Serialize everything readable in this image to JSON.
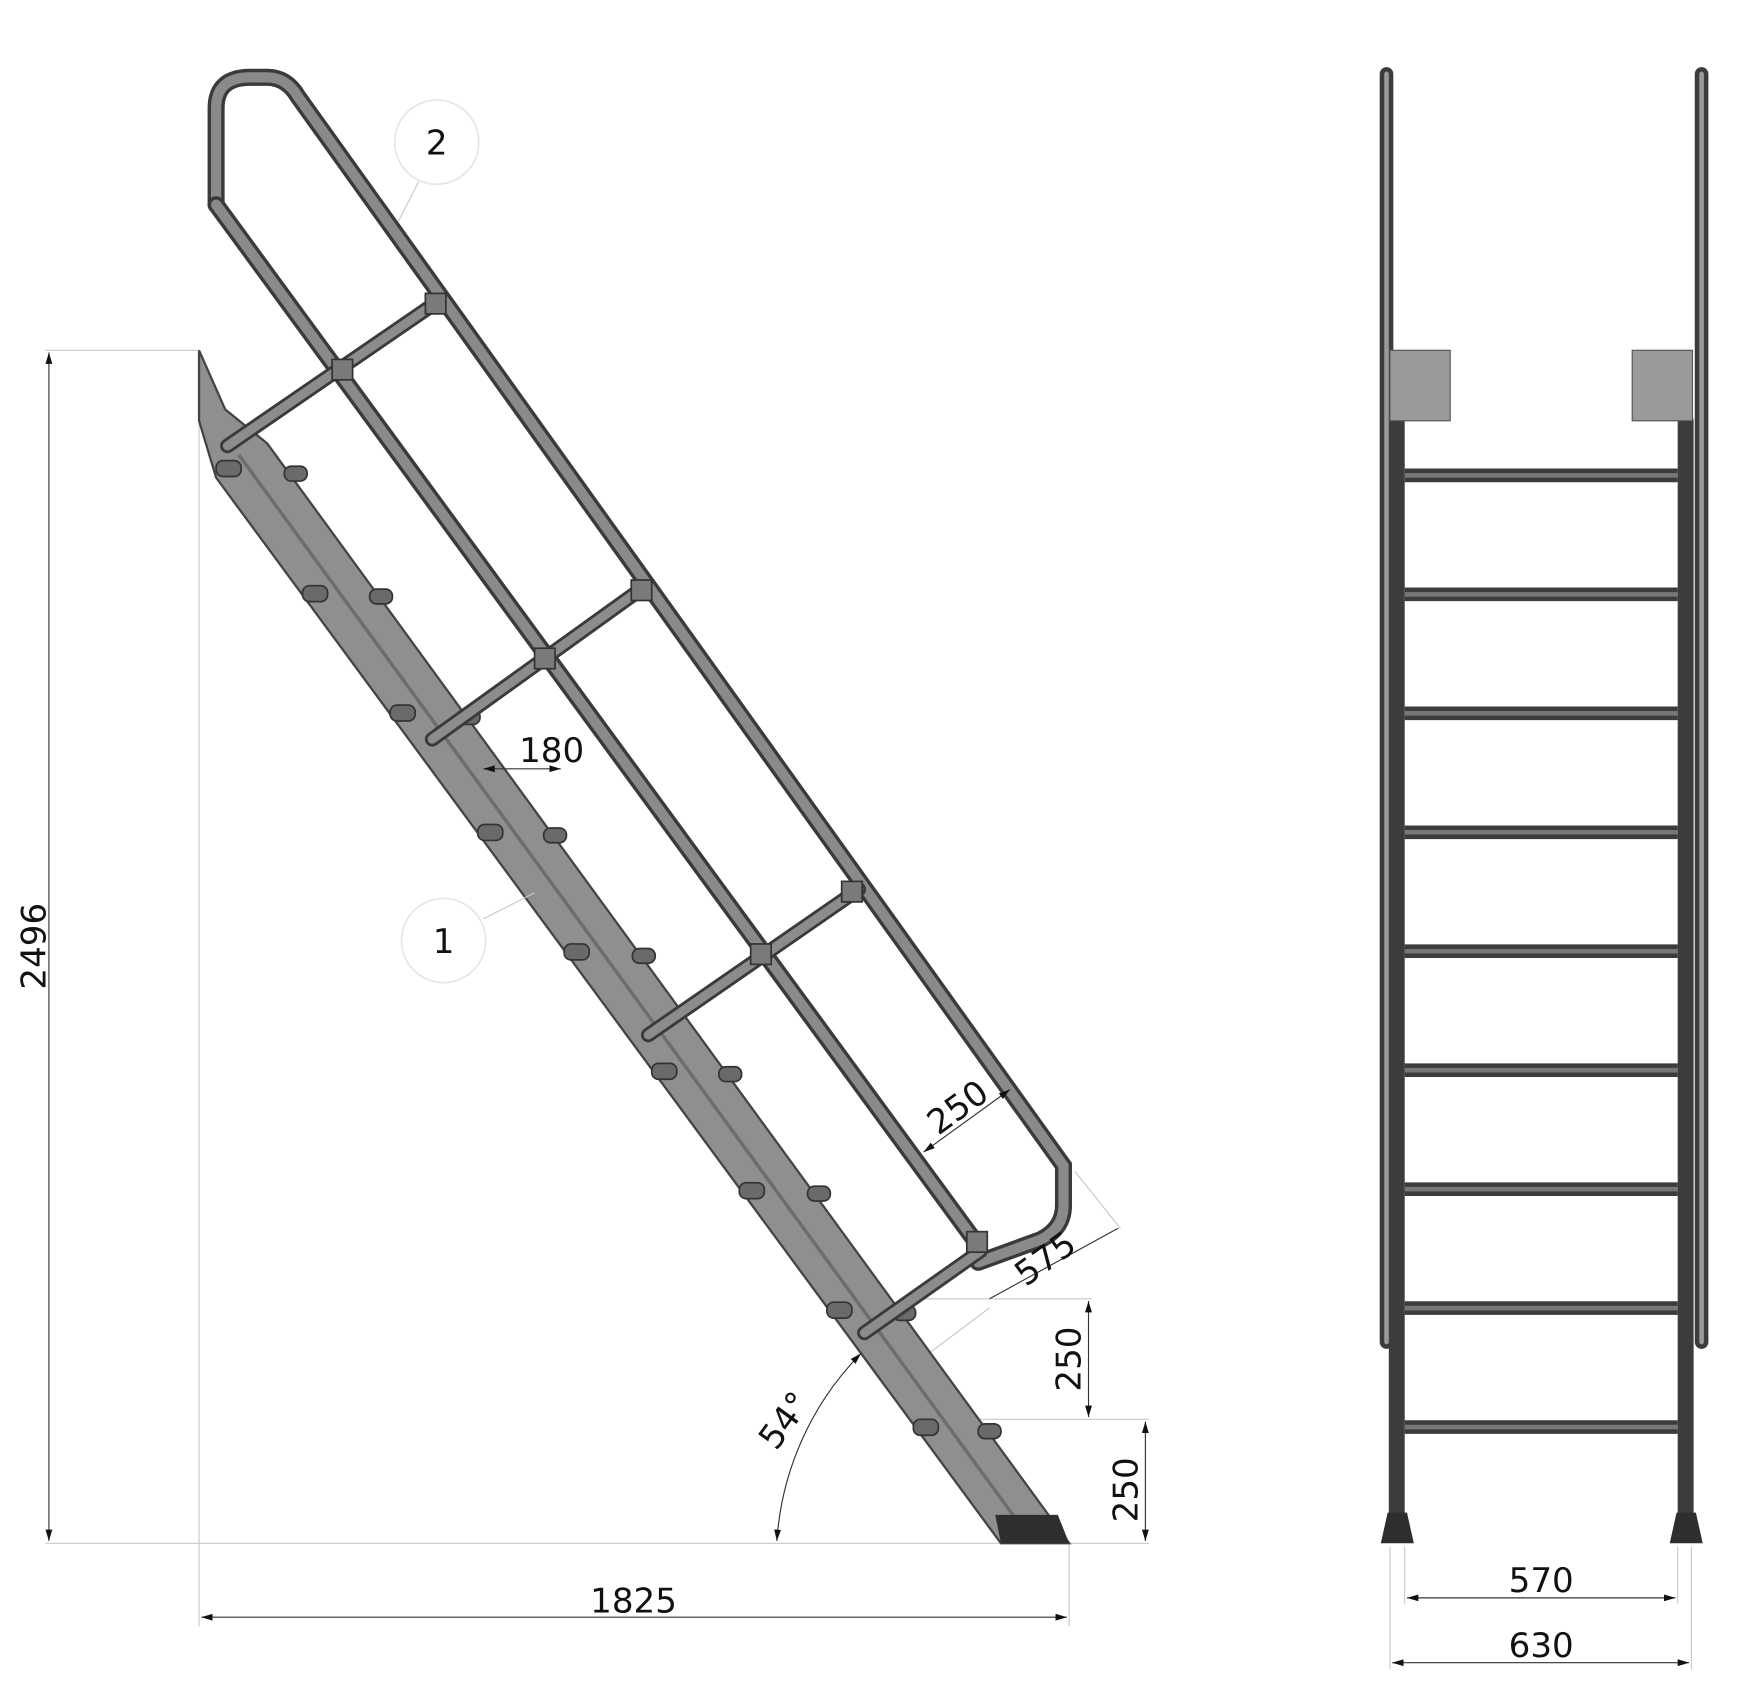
{
  "drawing": {
    "side_view": {
      "overall_height": "2496",
      "overall_length": "1825",
      "step_depth": "180",
      "rail_height": "250",
      "rail_extension": "575",
      "step_rise_1": "250",
      "step_rise_2": "250",
      "angle": "54°",
      "callouts": [
        "1",
        "2"
      ]
    },
    "front_view": {
      "inner_width": "570",
      "outer_width": "630"
    },
    "colors": {
      "rail": "#8a8a8a",
      "stringer": "#8f8f8f",
      "front_frame": "#3c3c3c"
    }
  }
}
